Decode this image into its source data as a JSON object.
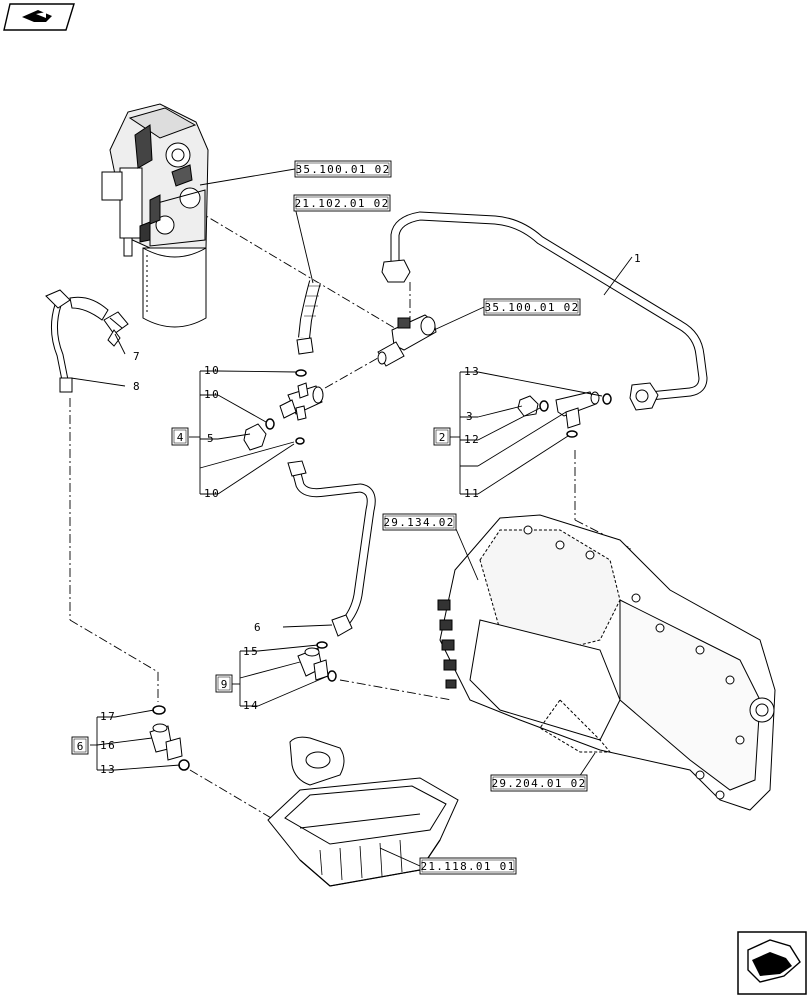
{
  "navigation": {
    "previous_icon": "left-hand-pointer-icon",
    "next_icon": "right-hand-pointer-icon"
  },
  "references": [
    {
      "id": "ref-35-100-top",
      "label": "35.100.01 02"
    },
    {
      "id": "ref-21-102",
      "label": "21.102.01 02"
    },
    {
      "id": "ref-35-100-mid",
      "label": "35.100.01 02"
    },
    {
      "id": "ref-29-134",
      "label": "29.134.02"
    },
    {
      "id": "ref-29-204",
      "label": "29.204.01 02"
    },
    {
      "id": "ref-21-118",
      "label": "21.118.01 01"
    }
  ],
  "groups": [
    {
      "id": "group-4",
      "label": "4"
    },
    {
      "id": "group-2",
      "label": "2"
    },
    {
      "id": "group-9",
      "label": "9"
    },
    {
      "id": "group-6",
      "label": "6"
    }
  ],
  "callouts": [
    {
      "id": "c1",
      "label": "1"
    },
    {
      "id": "c7",
      "label": "7"
    },
    {
      "id": "c8",
      "label": "8"
    },
    {
      "id": "c10a",
      "label": "10"
    },
    {
      "id": "c10b",
      "label": "10"
    },
    {
      "id": "c5",
      "label": "5"
    },
    {
      "id": "c10c",
      "label": "10"
    },
    {
      "id": "c13a",
      "label": "13"
    },
    {
      "id": "c3",
      "label": "3"
    },
    {
      "id": "c12",
      "label": "12"
    },
    {
      "id": "c11",
      "label": "11"
    },
    {
      "id": "c6",
      "label": "6"
    },
    {
      "id": "c15",
      "label": "15"
    },
    {
      "id": "c14",
      "label": "14"
    },
    {
      "id": "c17",
      "label": "17"
    },
    {
      "id": "c16",
      "label": "16"
    },
    {
      "id": "c13b",
      "label": "13"
    }
  ]
}
